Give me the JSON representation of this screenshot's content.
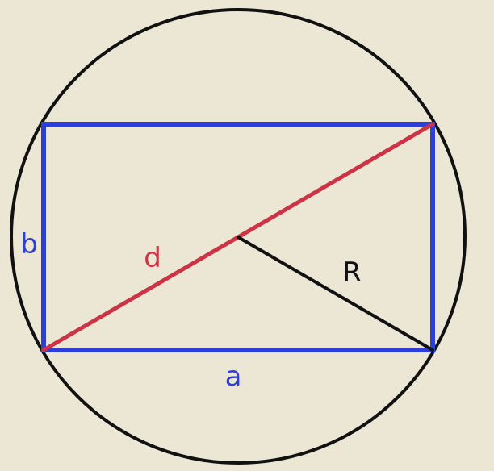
{
  "labels": {
    "width": "a",
    "height": "b",
    "diagonal": "d",
    "radius": "R"
  },
  "colors": {
    "background": "#ece6d4",
    "circle": "#111111",
    "rectangle": "#2f3fd6",
    "diagonal": "#cc3344",
    "radius": "#111111",
    "label_blue": "#2f3fd6",
    "label_red": "#cc3344",
    "label_black": "#111111"
  }
}
